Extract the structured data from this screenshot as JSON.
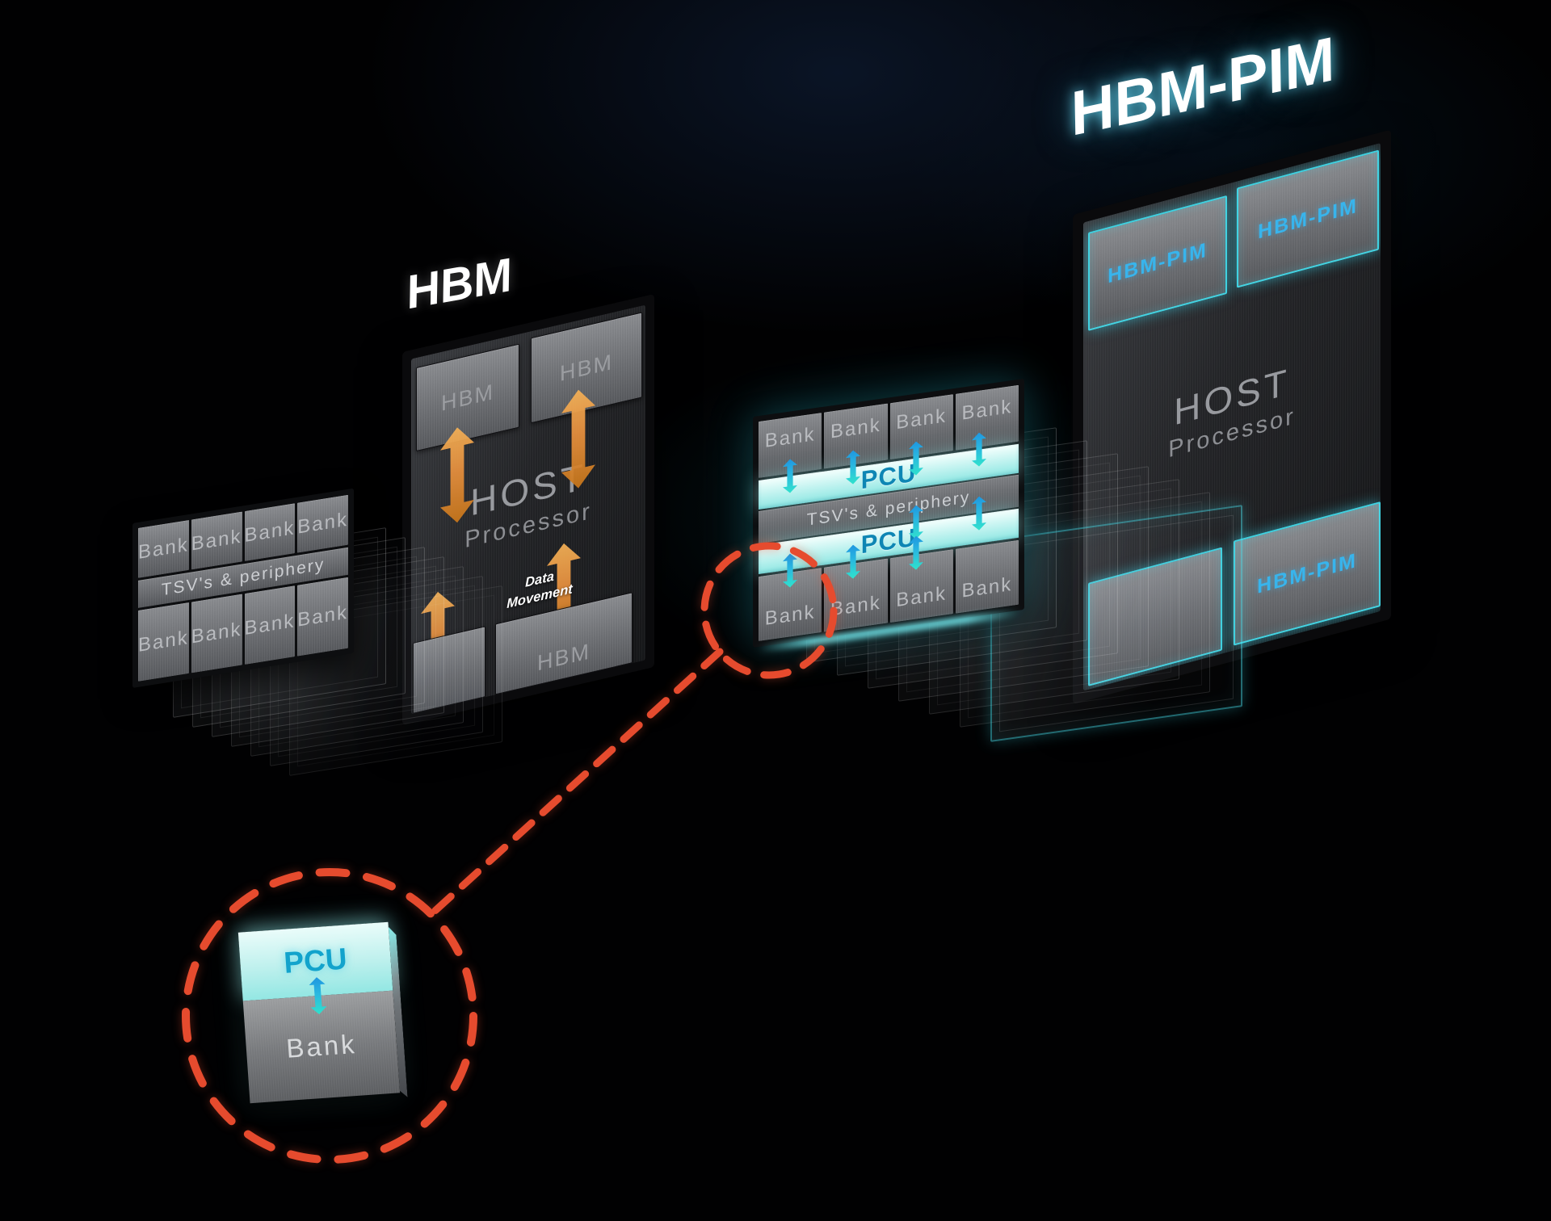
{
  "titles": {
    "left": "HBM",
    "right": "HBM-PIM"
  },
  "left_board": {
    "chip_top_left": "HBM",
    "chip_top_right": "HBM",
    "chip_bottom": "HBM",
    "host_line1": "HOST",
    "host_line2": "Processor",
    "data_movement_line1": "Data",
    "data_movement_line2": "Movement"
  },
  "left_die": {
    "banks_top": [
      "Bank",
      "Bank",
      "Bank",
      "Bank"
    ],
    "tsv": "TSV's & periphery",
    "banks_bottom": [
      "Bank",
      "Bank",
      "Bank",
      "Bank"
    ]
  },
  "middle_die": {
    "banks_top": [
      "Bank",
      "Bank",
      "Bank",
      "Bank"
    ],
    "pcu_top": "PCU",
    "tsv": "TSV's & periphery",
    "pcu_bottom": "PCU",
    "banks_bottom": [
      "Bank",
      "Bank",
      "Bank",
      "Bank"
    ]
  },
  "right_board": {
    "chip_top_left": "HBM-PIM",
    "chip_top_right": "HBM-PIM",
    "chip_bottom_right": "HBM-PIM",
    "host_line1": "HOST",
    "host_line2": "Processor"
  },
  "zoom_card": {
    "pcu": "PCU",
    "bank": "Bank"
  },
  "icons": {
    "data_movement_arrow": "orange-double-arrow",
    "pim_arrow": "cyan-double-arrow",
    "highlight_circle": "red-dashed-circle",
    "zoom_connector": "red-dashed-line"
  },
  "colors": {
    "background": "#010102",
    "accent_orange": "#e8913f",
    "accent_red": "#e64b2e",
    "accent_cyan": "#35d8e8",
    "pcu_strip": "#bff2ef",
    "pcu_text": "#0e86b4",
    "chip_label_blue": "#38b4ec",
    "metal_light": "#8e9094",
    "metal_dark": "#55575b",
    "title_white": "#ffffff"
  }
}
